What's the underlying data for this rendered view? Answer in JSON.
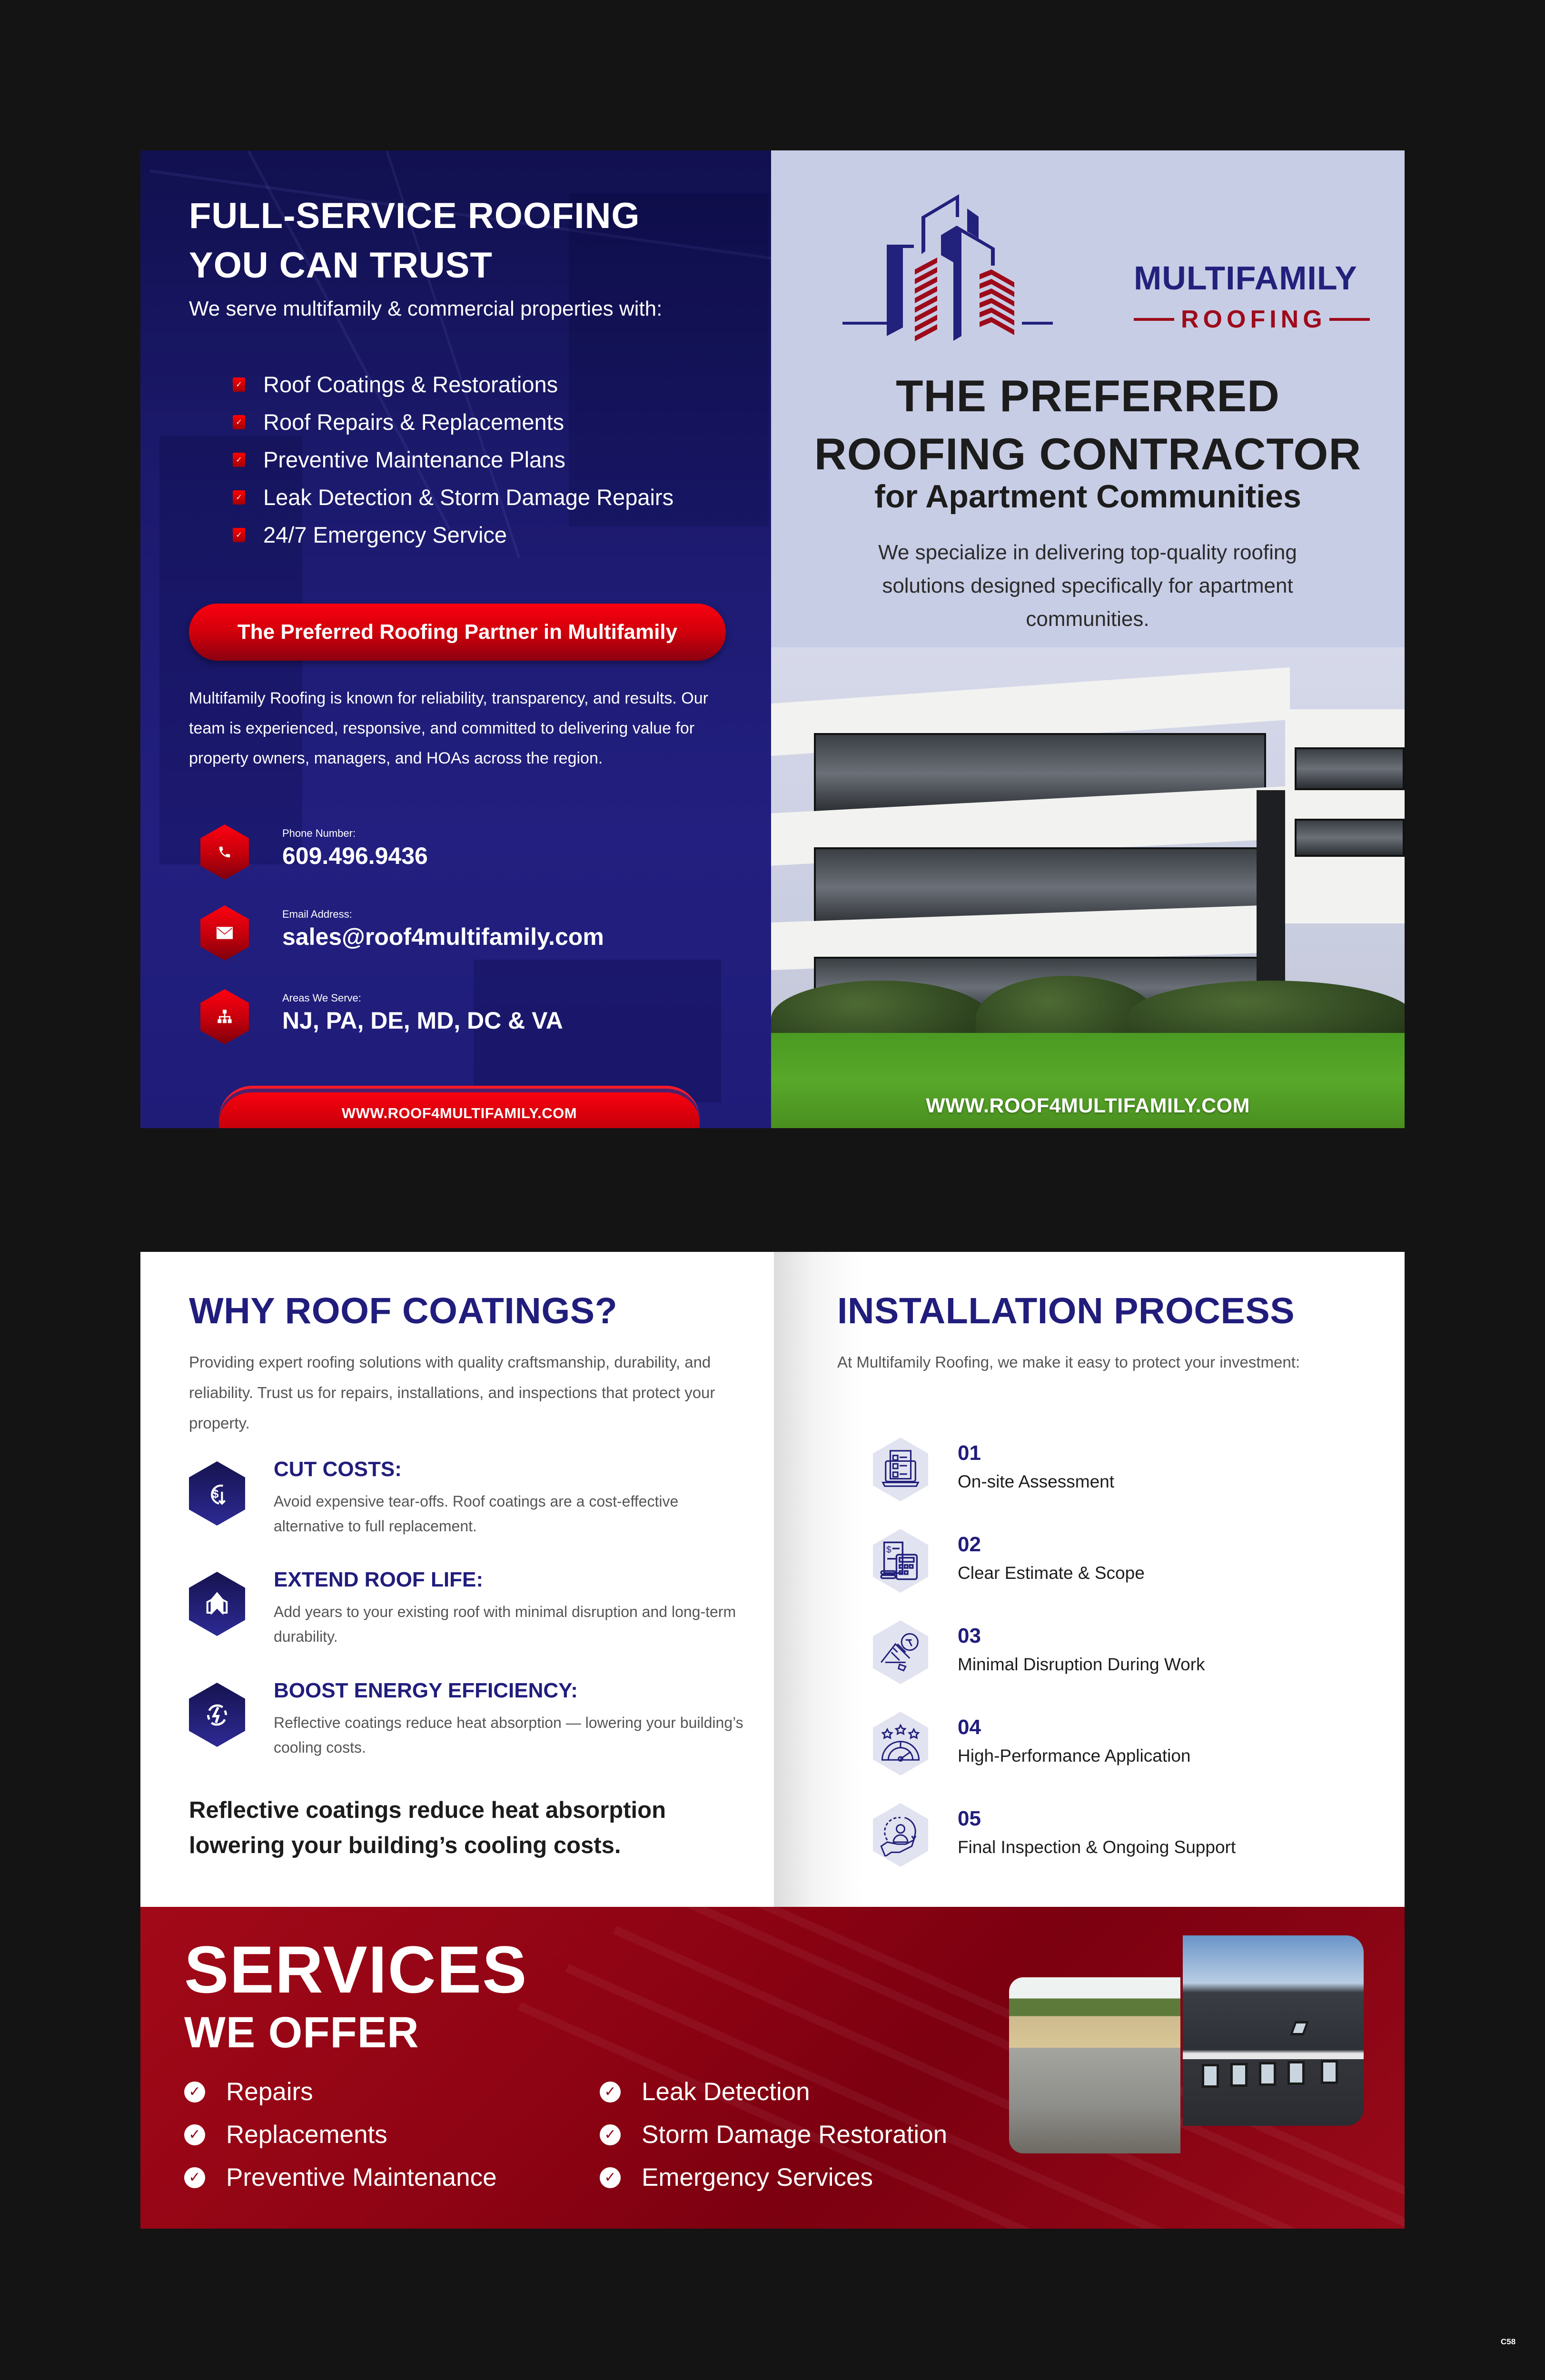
{
  "page1": {
    "left": {
      "title_line1": "FULL-SERVICE ROOFING",
      "title_line2": "YOU CAN TRUST",
      "intro": "We serve multifamily & commercial properties with:",
      "services": [
        "Roof Coatings & Restorations",
        "Roof Repairs & Replacements",
        "Preventive Maintenance Plans",
        "Leak Detection & Storm Damage Repairs",
        "24/7 Emergency Service"
      ],
      "banner": "The Preferred Roofing Partner in Multifamily",
      "about": "Multifamily Roofing is known for reliability, transparency, and results. Our team is experienced, responsive, and committed to delivering value for property owners, managers, and HOAs across the region.",
      "contacts": {
        "phone": {
          "label": "Phone Number:",
          "value": "609.496.9436",
          "icon": "phone-icon"
        },
        "email": {
          "label": "Email Address:",
          "value": "sales@roof4multifamily.com",
          "icon": "envelope-icon"
        },
        "areas": {
          "label": "Areas We Serve:",
          "value": "NJ, PA, DE, MD, DC & VA",
          "icon": "sitemap-icon"
        }
      },
      "website": "WWW.ROOF4MULTIFAMILY.COM"
    },
    "right": {
      "logo": {
        "name": "MULTIFAMILY",
        "sub": "ROOFING",
        "icon": "buildings-logo-icon"
      },
      "title_line1": "THE PREFERRED",
      "title_line2": "ROOFING CONTRACTOR",
      "subtitle": "for Apartment Communities",
      "description": "We specialize in delivering top-quality roofing solutions designed specifically for apartment communities.",
      "website": "WWW.ROOF4MULTIFAMILY.COM"
    }
  },
  "page2": {
    "why": {
      "title": "WHY ROOF COATINGS?",
      "description": "Providing expert roofing solutions with quality craftsmanship, durability, and reliability. Trust us for repairs, installations, and inspections that protect your property.",
      "benefits": [
        {
          "title": "CUT COSTS:",
          "text": "Avoid expensive tear-offs. Roof coatings are a cost-effective alternative to full replacement.",
          "icon": "dollar-down-icon"
        },
        {
          "title": "EXTEND ROOF LIFE:",
          "text": "Add years to your existing roof with minimal disruption and long-term durability.",
          "icon": "roof-shield-icon"
        },
        {
          "title": "BOOST ENERGY EFFICIENCY:",
          "text": "Reflective coatings reduce heat absorption — lowering your building’s cooling costs.",
          "icon": "energy-cycle-icon"
        }
      ],
      "quote": "Reflective coatings reduce heat absorption lowering your building’s cooling costs."
    },
    "installation": {
      "title": "INSTALLATION PROCESS",
      "description": "At Multifamily Roofing, we make it easy to protect your investment:",
      "steps": [
        {
          "number": "01",
          "name": "On-site Assessment",
          "icon": "checklist-laptop-icon"
        },
        {
          "number": "02",
          "name": "Clear Estimate & Scope",
          "icon": "calculator-invoice-icon"
        },
        {
          "number": "03",
          "name": "Minimal Disruption During Work",
          "icon": "roof-hammer-icon"
        },
        {
          "number": "04",
          "name": "High-Performance Application",
          "icon": "gauge-stars-icon"
        },
        {
          "number": "05",
          "name": "Final Inspection & Ongoing Support",
          "icon": "support-hand-icon"
        }
      ]
    },
    "services": {
      "title_line1": "SERVICES",
      "title_line2": "WE OFFER",
      "items_col1": [
        "Repairs",
        "Replacements",
        "Preventive Maintenance"
      ],
      "items_col2": [
        "Leak Detection",
        "Storm Damage Restoration",
        "Emergency Services"
      ]
    }
  },
  "footer_code": "C58",
  "colors": {
    "navy": "#211d7c",
    "red": "#d0000b",
    "dark_red": "#8c0313",
    "lavender": "#c8cde6",
    "background": "#141414"
  }
}
